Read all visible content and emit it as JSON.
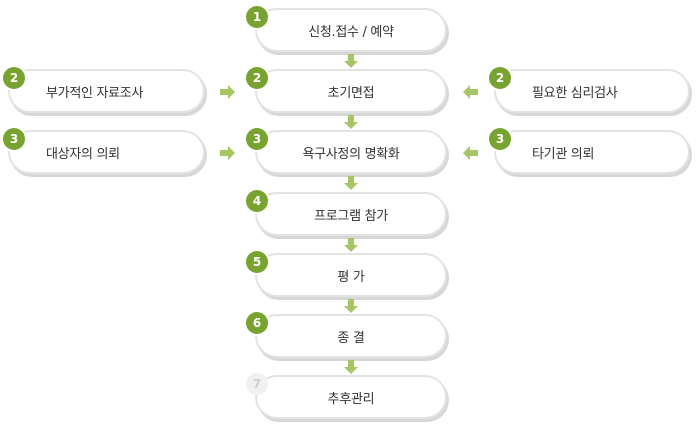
{
  "steps": [
    {
      "num": "1",
      "label": "신청.접수 / 예약"
    },
    {
      "num": "2",
      "label": "초기면접"
    },
    {
      "num": "3",
      "label": "욕구사정의 명확화"
    },
    {
      "num": "4",
      "label": "프로그램 참가"
    },
    {
      "num": "5",
      "label": "평 가"
    },
    {
      "num": "6",
      "label": "종 결"
    },
    {
      "num": "7",
      "label": "추후관리"
    }
  ],
  "left_inputs": [
    {
      "num": "2",
      "label": "부가적인 자료조사"
    },
    {
      "num": "3",
      "label": "대상자의 의뢰"
    }
  ],
  "right_inputs": [
    {
      "num": "2",
      "label": "필요한 심리검사"
    },
    {
      "num": "3",
      "label": "타기관 의뢰"
    }
  ],
  "colors": {
    "accent": "#79a330",
    "arrow": "#a6c666",
    "border": "#e3e3e3"
  }
}
